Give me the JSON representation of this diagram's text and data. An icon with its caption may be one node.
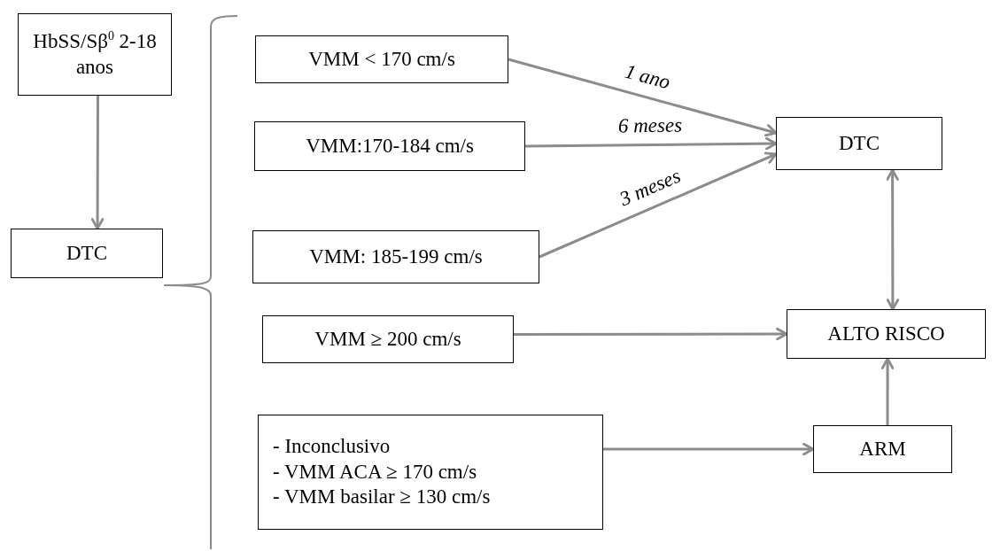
{
  "diagram": {
    "nodes": [
      {
        "text": [
          "HbSS/Sβ$^{0}$ 2-18 anos"
        ]
      },
      {
        "text": [
          "DTC"
        ]
      },
      {
        "text": [
          "VMM < 170 cm/s"
        ]
      },
      {
        "text": [
          "VMM:170-184 cm/s"
        ]
      },
      {
        "text": [
          "VMM: 185-199 cm/s"
        ]
      },
      {
        "text": [
          "VMM ≥ 200 cm/s"
        ]
      },
      {
        "text": [
          "- Inconclusivo",
          "- VMM ACA ≥ 170 cm/s",
          "- VMM basilar ≥ 130 cm/s"
        ]
      },
      {
        "text": [
          "DTC"
        ]
      },
      {
        "text": [
          "ALTO RISCO"
        ]
      },
      {
        "text": [
          "ARM"
        ]
      }
    ],
    "edges": [
      {
        "from": 0,
        "to": 1,
        "arrow": "to"
      },
      {
        "from": 2,
        "to": 7,
        "arrow": "to",
        "label": "1 ano"
      },
      {
        "from": 3,
        "to": 7,
        "arrow": "to",
        "label": "6 meses"
      },
      {
        "from": 4,
        "to": 7,
        "arrow": "to",
        "label": "3 meses"
      },
      {
        "from": 5,
        "to": 8,
        "arrow": "to"
      },
      {
        "from": 6,
        "to": 9,
        "arrow": "to"
      },
      {
        "from": 7,
        "to": 8,
        "arrow": "both"
      },
      {
        "from": 9,
        "to": 8,
        "arrow": "to"
      }
    ]
  }
}
